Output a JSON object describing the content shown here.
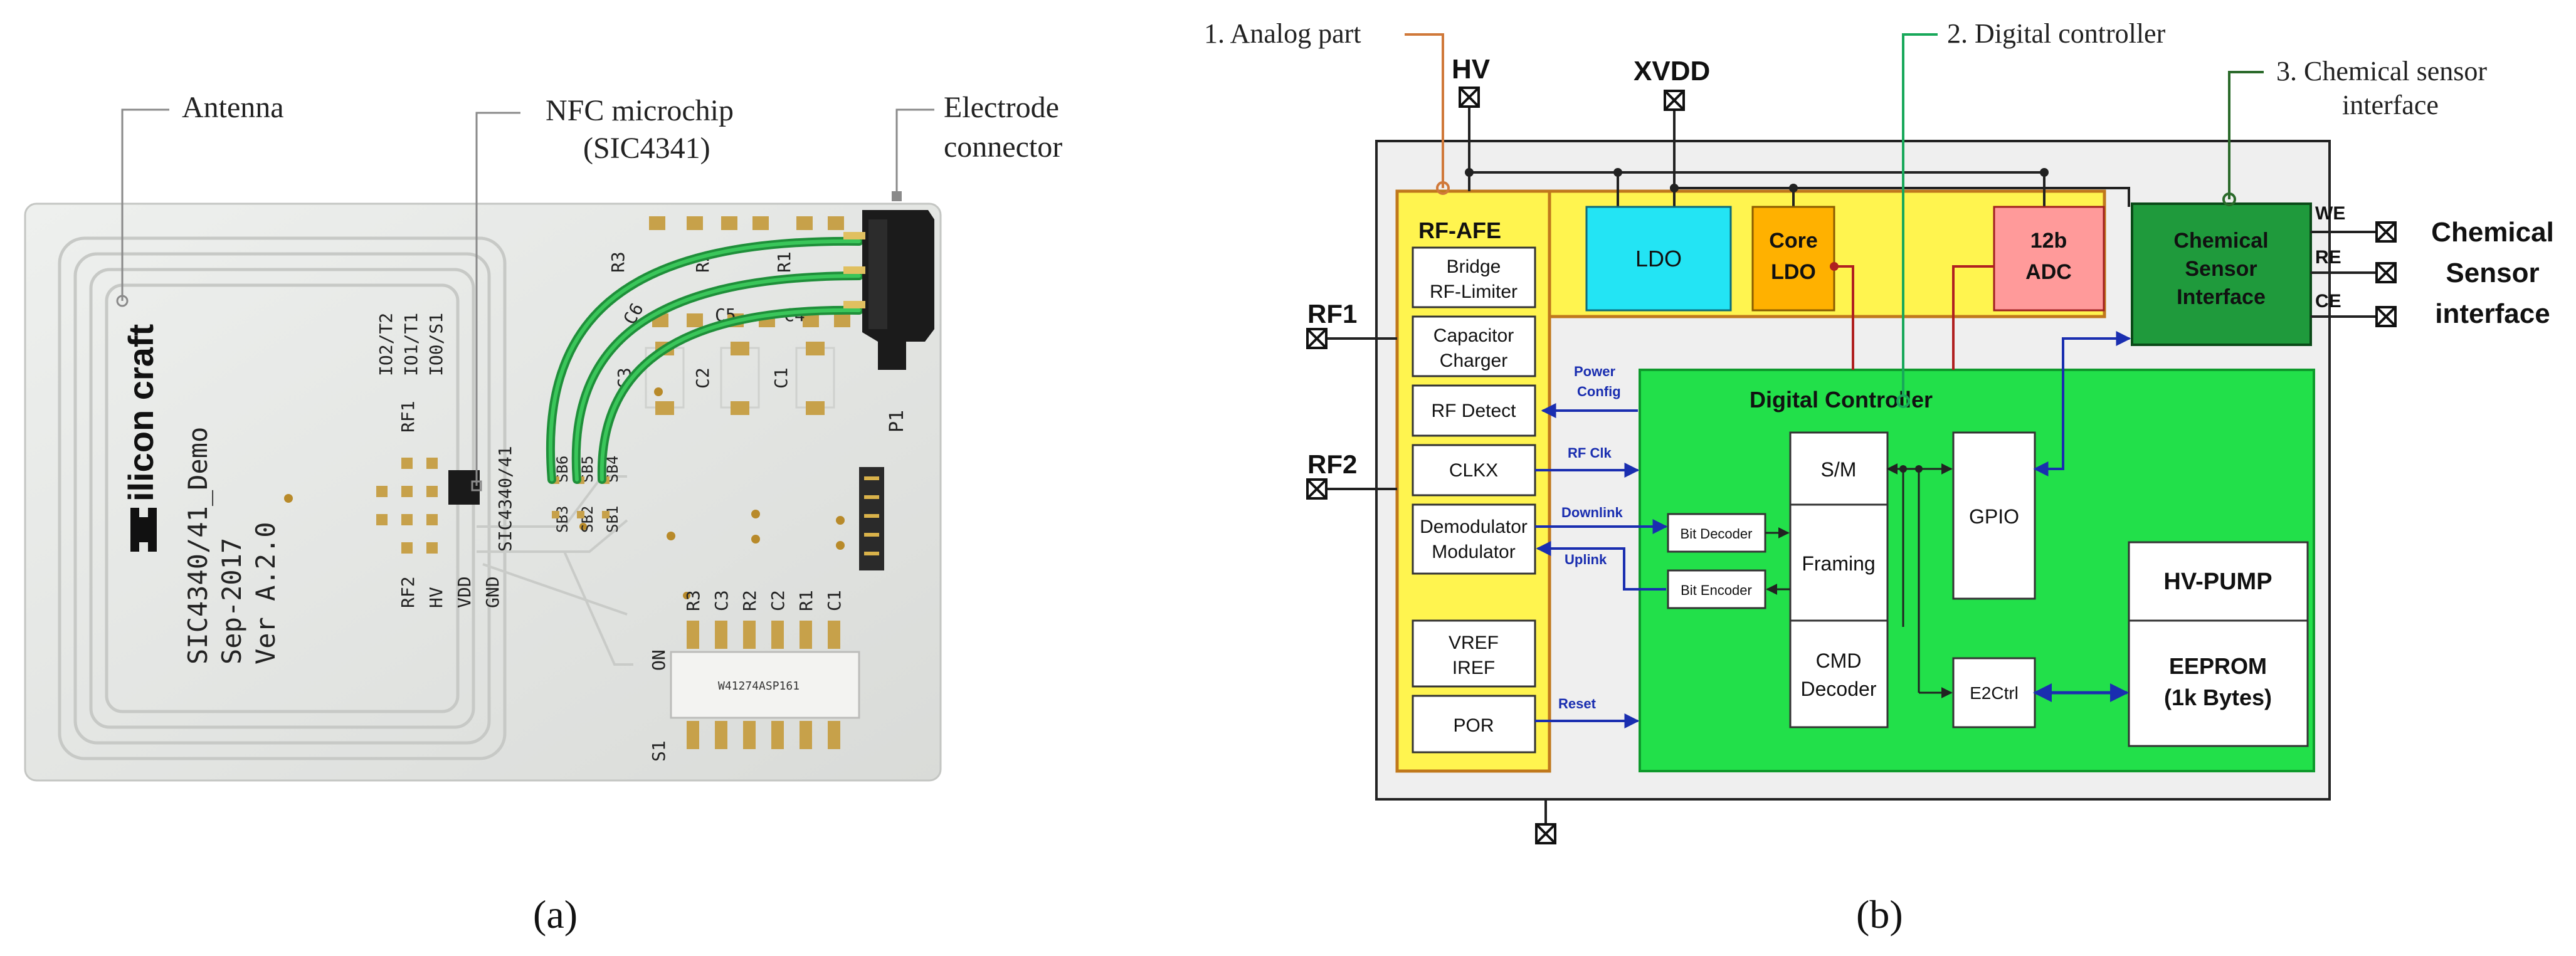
{
  "panel_a": {
    "caption": "(a)",
    "callouts": {
      "antenna": "Antenna",
      "nfc_line1": "NFC microchip",
      "nfc_line2": "(SIC4341)",
      "electrode_line1": "Electrode",
      "electrode_line2": "connector"
    },
    "board": {
      "logo_text": "ilicon craft",
      "info_line1": "SIC4340/41_Demo",
      "info_line2": "Sep-2017",
      "info_line3": "Ver A.2.0",
      "pin_labels": [
        "RF1",
        "RF2",
        "HV",
        "VDD",
        "GND"
      ],
      "io_labels": [
        "IO2/T2",
        "IO1/T1",
        "IO0/S1"
      ],
      "chip_label": "SIC4340/41",
      "sb_labels": [
        "SB6",
        "SB5",
        "SB4",
        "SB3",
        "SB2",
        "SB1"
      ],
      "pad_labels": [
        "R3",
        "C3",
        "R2",
        "C2",
        "R1",
        "C1"
      ],
      "cap_labels": [
        "C3",
        "C2",
        "C1"
      ],
      "top_r_labels": [
        "R3",
        "R2",
        "R1"
      ],
      "top_c_labels": [
        "C6",
        "C5",
        "C4"
      ],
      "connector_label": "P1",
      "switch_on": "ON",
      "switch_s1": "S1",
      "switch_part": "W41274ASP161"
    }
  },
  "panel_b": {
    "caption": "(b)",
    "callouts": {
      "analog": "1. Analog part",
      "digital": "2. Digital controller",
      "chem_line1": "3. Chemical sensor",
      "chem_line2": "interface"
    },
    "pins": {
      "hv": "HV",
      "xvdd": "XVDD",
      "rf1": "RF1",
      "rf2": "RF2",
      "we": "WE",
      "re": "RE",
      "ce": "CE"
    },
    "chem_external": [
      "Chemical",
      "Sensor",
      "interface"
    ],
    "rf_afe": {
      "title": "RF-AFE",
      "bridge": [
        "Bridge",
        "RF-Limiter"
      ],
      "capacitor": [
        "Capacitor",
        "Charger"
      ],
      "rf_detect": "RF Detect",
      "clkx": "CLKX",
      "demod": [
        "Demodulator",
        "Modulator"
      ],
      "vref": [
        "VREF",
        "IREF"
      ],
      "por": "POR"
    },
    "blocks": {
      "ldo": "LDO",
      "core_ldo": [
        "Core",
        "LDO"
      ],
      "adc": [
        "12b",
        "ADC"
      ],
      "chem_interface": [
        "Chemical",
        "Sensor",
        "Interface"
      ],
      "digital_controller": "Digital Controller",
      "sm": "S/M",
      "framing": "Framing",
      "cmd_decoder": [
        "CMD",
        "Decoder"
      ],
      "gpio": "GPIO",
      "e2ctrl": "E2Ctrl",
      "hv_pump": "HV-PUMP",
      "eeprom": [
        "EEPROM",
        "(1k Bytes)"
      ],
      "bit_decoder": "Bit Decoder",
      "bit_encoder": "Bit Encoder"
    },
    "signals": {
      "power_config": [
        "Power",
        "Config"
      ],
      "rf_clk": "RF Clk",
      "downlink": "Downlink",
      "uplink": "Uplink",
      "reset": "Reset"
    },
    "colors": {
      "yellow": "#fff44f",
      "green": "#22e04a",
      "dark_green": "#1f9a3c",
      "cyan": "#23e4f4",
      "orange": "#ffb100",
      "pink": "#ff9a9a",
      "blue_signal": "#1a2eb0",
      "orange_callout": "#d0793a",
      "green_callout": "#18a85a",
      "dark_green_callout": "#2a6a2a"
    }
  }
}
